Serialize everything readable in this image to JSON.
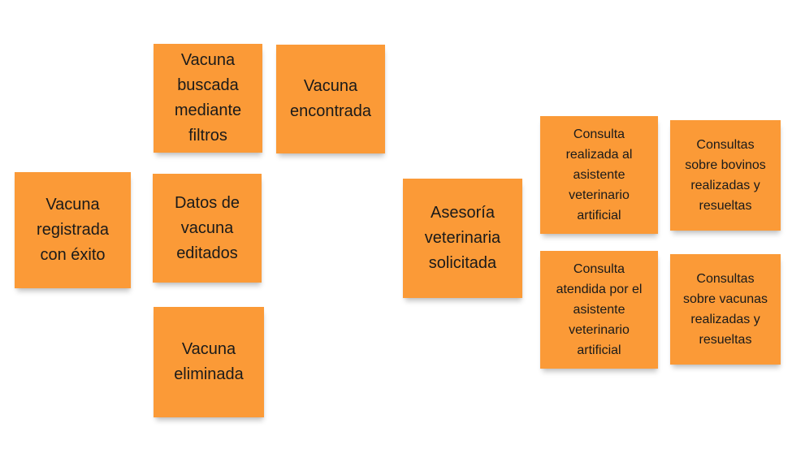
{
  "colors": {
    "note": "#fb9a37",
    "text": "#1a1a1a",
    "background": "#ffffff"
  },
  "notes": [
    {
      "text": "Vacuna\nbuscada\nmediante\nfiltros"
    },
    {
      "text": "Vacuna\nencontrada"
    },
    {
      "text": "Vacuna\nregistrada\ncon éxito"
    },
    {
      "text": "Datos de\nvacuna\neditados"
    },
    {
      "text": "Vacuna\neliminada"
    },
    {
      "text": "Asesoría\nveterinaria\nsolicitada"
    },
    {
      "text": "Consulta\nrealizada al\nasistente\nveterinario\nartificial"
    },
    {
      "text": "Consultas\nsobre bovinos\nrealizadas y\nresueltas"
    },
    {
      "text": "Consulta\natendida por el\nasistente\nveterinario\nartificial"
    },
    {
      "text": "Consultas\nsobre vacunas\nrealizadas y\nresueltas"
    }
  ]
}
